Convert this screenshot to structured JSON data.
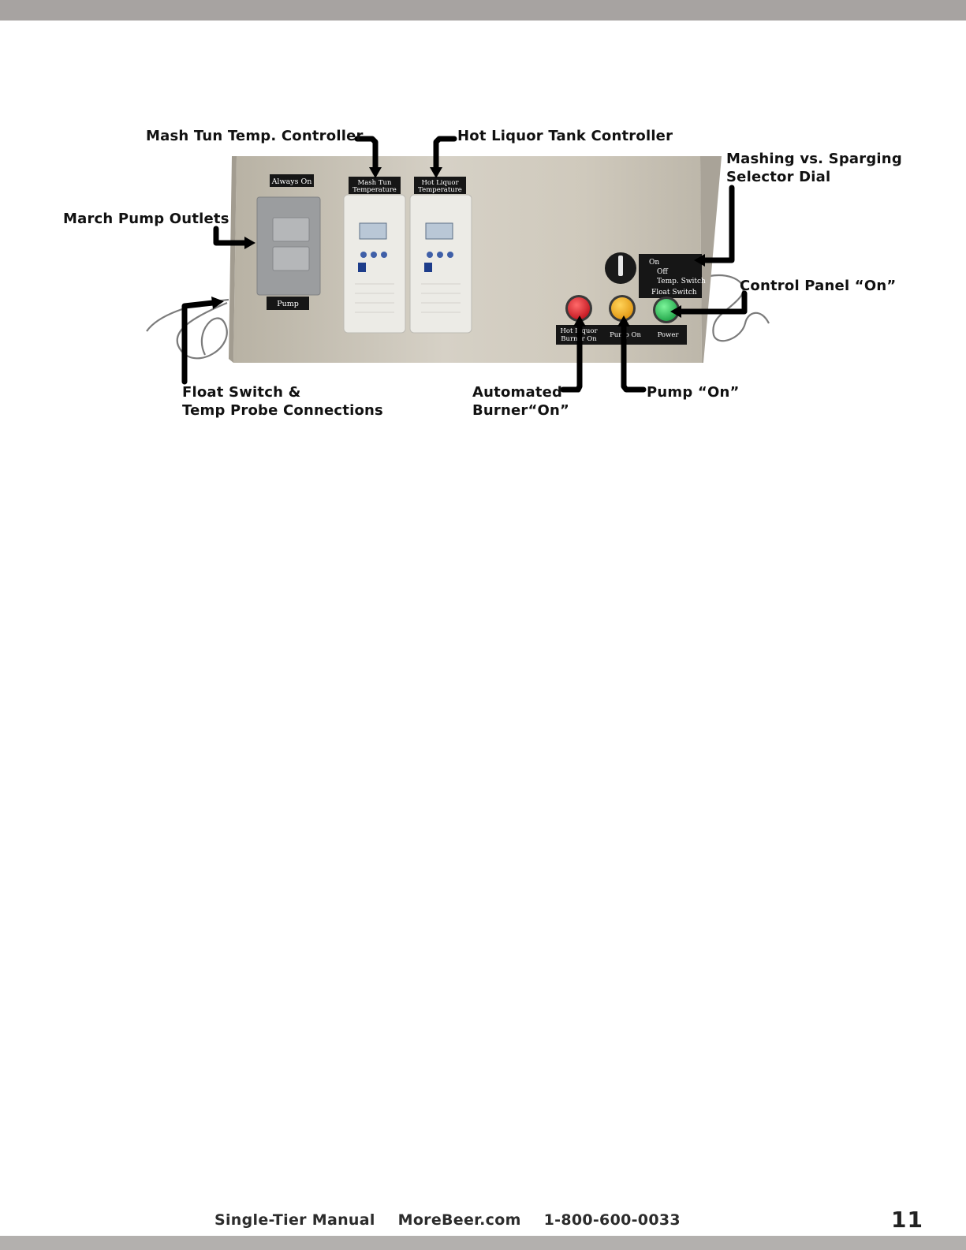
{
  "callouts": {
    "mash_tun_controller": "Mash Tun Temp. Controller",
    "hlt_controller": "Hot Liquor Tank Controller",
    "selector_dial_line1": "Mashing vs. Sparging",
    "selector_dial_line2": "Selector Dial",
    "pump_outlets": "March Pump Outlets",
    "control_panel_on": "Control Panel “On”",
    "float_switch_line1": "Float Switch &",
    "float_switch_line2": "Temp Probe Connections",
    "burner_on_line1": "Automated",
    "burner_on_line2": "Burner“On”",
    "pump_on": "Pump “On”"
  },
  "panel": {
    "always_on": "Always On",
    "pump": "Pump",
    "mash_tun_label_1": "Mash Tun",
    "mash_tun_label_2": "Temperature",
    "hlt_label_1": "Hot Liquor",
    "hlt_label_2": "Temperature",
    "dial_on": "On",
    "dial_off": "Off",
    "dial_temp": "Temp. Switch",
    "dial_float": "Float Switch",
    "light_burner_1": "Hot Liquor",
    "light_burner_2": "Burner On",
    "light_pump": "Pump On",
    "light_power": "Power"
  },
  "colors": {
    "burner_light": "#d81e2a",
    "pump_light": "#f2a81d",
    "power_light": "#2ec25a",
    "panel": "#c9c3b6"
  },
  "footer": {
    "manual": "Single-Tier Manual",
    "site": "MoreBeer.com",
    "phone": "1-800-600-0033",
    "page": "11"
  }
}
